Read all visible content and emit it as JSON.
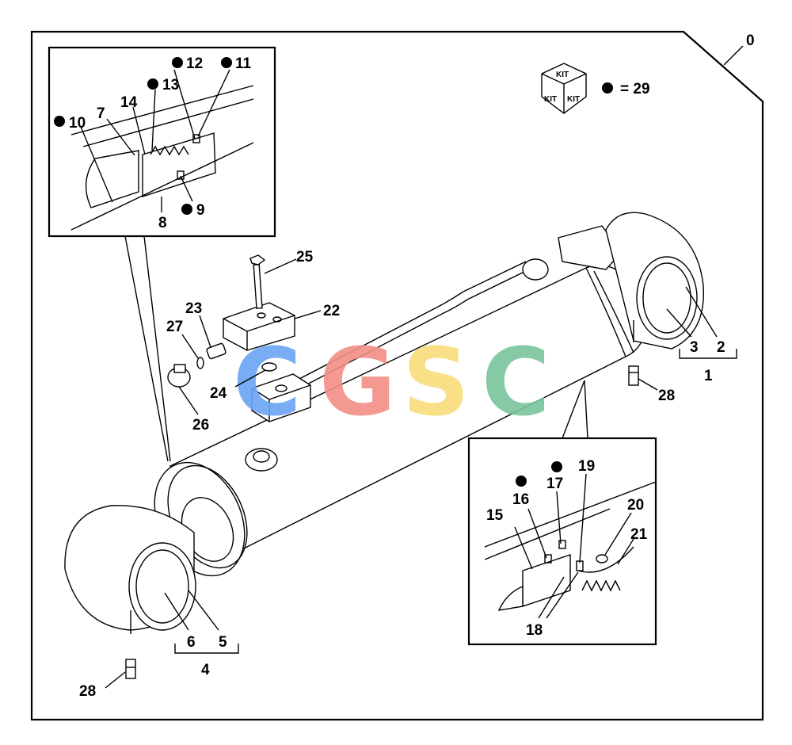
{
  "assembly_number": "0",
  "kit": {
    "box_labels": [
      "KIT",
      "KIT",
      "KIT"
    ],
    "legend_value": "= 29"
  },
  "watermark": {
    "letters": [
      "C",
      "G",
      "S",
      "C"
    ],
    "colors": [
      "#6aa5f5",
      "#f28f86",
      "#f9dd79",
      "#79c49c"
    ]
  },
  "callouts": {
    "c1": "1",
    "c2": "2",
    "c3": "3",
    "c4": "4",
    "c5": "5",
    "c6": "6",
    "c7": "7",
    "c8": "8",
    "c9": "9",
    "c10": "10",
    "c11": "11",
    "c12": "12",
    "c13": "13",
    "c14": "14",
    "c15": "15",
    "c16": "16",
    "c17": "17",
    "c18": "18",
    "c19": "19",
    "c20": "20",
    "c21": "21",
    "c22": "22",
    "c23": "23",
    "c24": "24",
    "c25": "25",
    "c26": "26",
    "c27": "27",
    "c28a": "28",
    "c28b": "28"
  }
}
